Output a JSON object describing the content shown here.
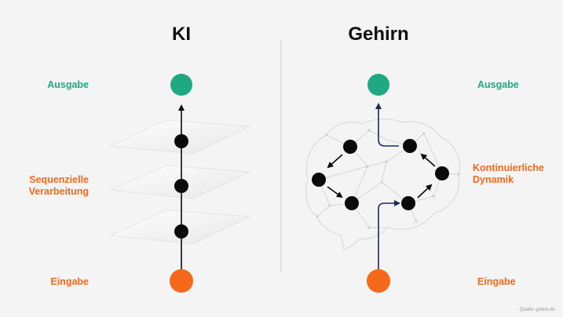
{
  "titles": {
    "left": "KI",
    "right": "Gehirn"
  },
  "left_labels": {
    "output": "Ausgabe",
    "processing_line1": "Sequenzielle",
    "processing_line2": "Verarbeitung",
    "input": "Eingabe"
  },
  "right_labels": {
    "output": "Ausgabe",
    "processing_line1": "Kontinuierliche",
    "processing_line2": "Dynamik",
    "input": "Eingabe"
  },
  "source": "Quelle: golem.de",
  "colors": {
    "output": "#1fa982",
    "input": "#f46a1a",
    "node": "#0a0a0a",
    "brain_arrow": "#1b2a5c",
    "divider": "#c9c9c9"
  }
}
